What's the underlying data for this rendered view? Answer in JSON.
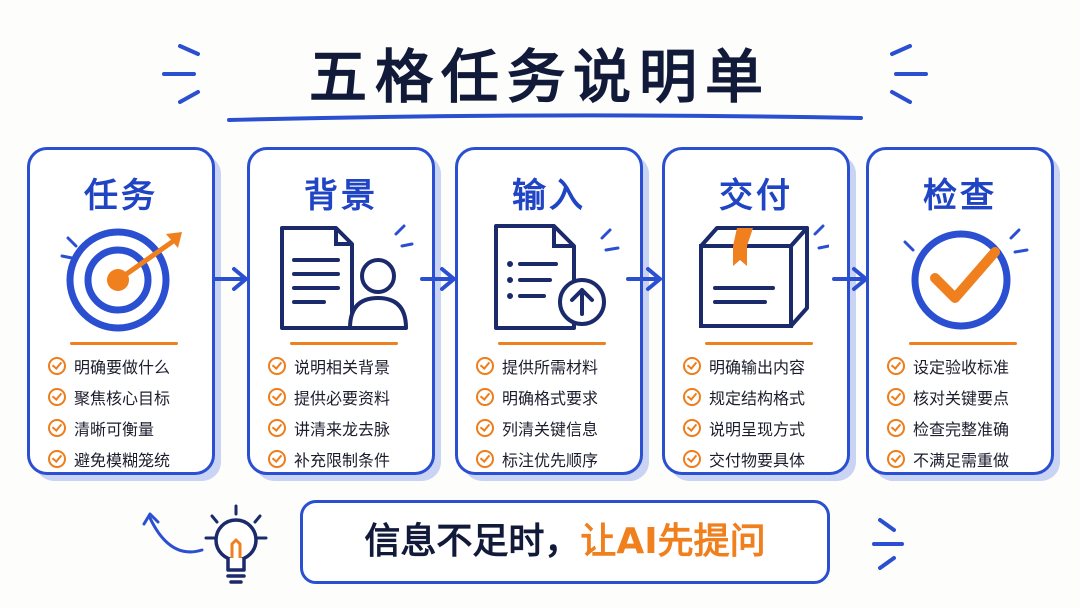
{
  "title": "五格任务说明单",
  "cards": [
    {
      "title": "任务",
      "icon": "target-icon",
      "items": [
        "明确要做什么",
        "聚焦核心目标",
        "清晰可衡量",
        "避免模糊笼统"
      ]
    },
    {
      "title": "背景",
      "icon": "document-person-icon",
      "items": [
        "说明相关背景",
        "提供必要资料",
        "讲清来龙去脉",
        "补充限制条件"
      ]
    },
    {
      "title": "输入",
      "icon": "file-upload-icon",
      "items": [
        "提供所需材料",
        "明确格式要求",
        "列清关键信息",
        "标注优先顺序"
      ]
    },
    {
      "title": "交付",
      "icon": "package-icon",
      "items": [
        "明确输出内容",
        "规定结构格式",
        "说明呈现方式",
        "交付物要具体"
      ]
    },
    {
      "title": "检查",
      "icon": "checkmark-circle-icon",
      "items": [
        "设定验收标准",
        "核对关键要点",
        "检查完整准确",
        "不满足需重做"
      ]
    }
  ],
  "banner": {
    "text_main": "信息不足时，",
    "text_highlight": "让AI先提问",
    "icon": "lightbulb-icon"
  },
  "colors": {
    "blue": "#2a4fd0",
    "orange": "#f07f1e",
    "ink": "#121a3a"
  }
}
